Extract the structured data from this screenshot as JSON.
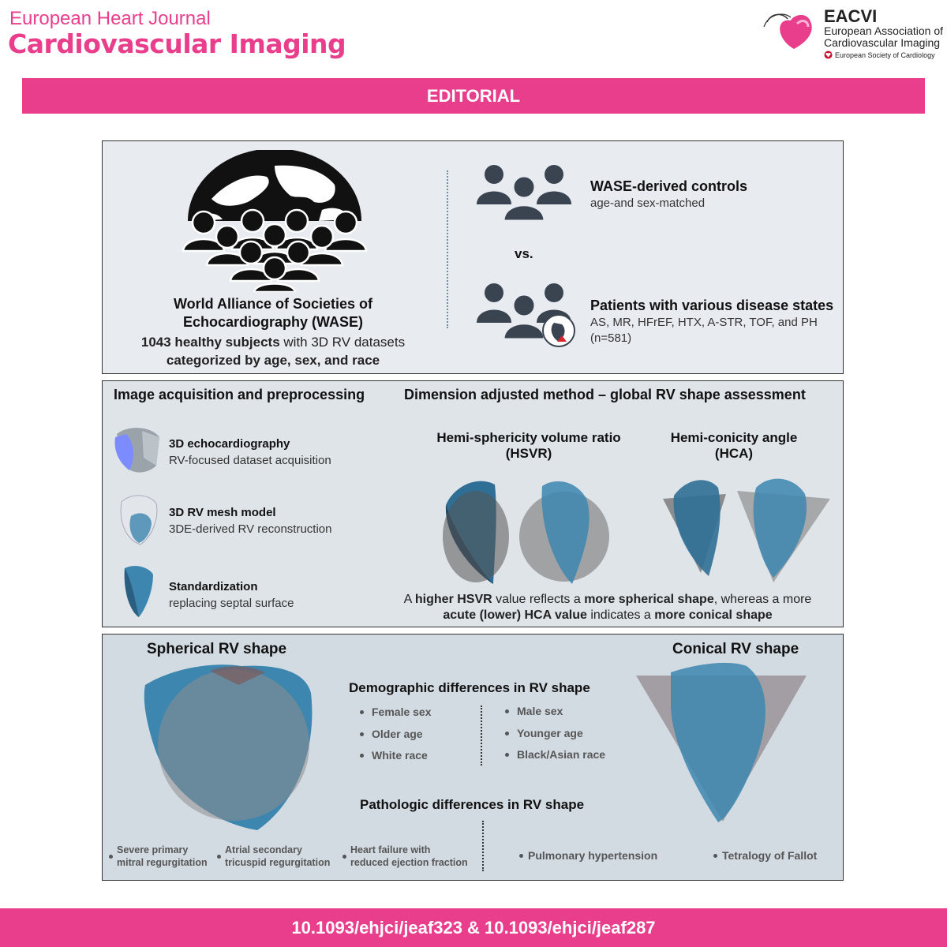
{
  "header": {
    "journal_line1": "European Heart Journal",
    "journal_line2": "Cardiovascular Imaging",
    "eacvi_title": "EACVI",
    "eacvi_sub1": "European Association of",
    "eacvi_sub2": "Cardiovascular Imaging",
    "esc_label": "European Society of Cardiology"
  },
  "banner": {
    "label": "EDITORIAL"
  },
  "panel1": {
    "wase_line1": "World Alliance of Societies of",
    "wase_line2": "Echocardiography (WASE)",
    "subjects_bold": "1043 healthy subjects",
    "subjects_rest": " with 3D RV datasets",
    "categorized": "categorized by age, sex, and race",
    "controls_title": "WASE-derived controls",
    "controls_sub": "age-and sex-matched",
    "vs": "vs.",
    "patients_title": "Patients with various disease states",
    "patients_sub1": "AS, MR, HFrEF, HTX, A-STR, TOF, and PH",
    "patients_sub2": "(n=581)"
  },
  "panel2": {
    "left_title": "Image acquisition and preprocessing",
    "right_title": "Dimension adjusted method – global RV shape assessment",
    "steps": [
      {
        "title": "3D echocardiography",
        "sub": "RV-focused dataset acquisition"
      },
      {
        "title": "3D RV mesh model",
        "sub": "3DE-derived RV reconstruction"
      },
      {
        "title": "Standardization",
        "sub": "replacing septal surface"
      }
    ],
    "hsvr_line1": "Hemi-sphericity volume ratio",
    "hsvr_line2": "(HSVR)",
    "hca_line1": "Hemi-conicity angle",
    "hca_line2": "(HCA)",
    "note_a": "A ",
    "note_b": "higher HSVR",
    "note_c": " value reflects a ",
    "note_d": "more spherical shape",
    "note_e": ", whereas a more",
    "note_f": "acute (lower) HCA value",
    "note_g": " indicates a ",
    "note_h": "more conical shape"
  },
  "panel3": {
    "spherical_title": "Spherical RV shape",
    "conical_title": "Conical RV shape",
    "demo_title": "Demographic differences in RV shape",
    "demo_left": [
      "Female sex",
      "Older age",
      "White race"
    ],
    "demo_right": [
      "Male sex",
      "Younger age",
      "Black/Asian race"
    ],
    "path_title": "Pathologic differences in RV shape",
    "path_left": [
      {
        "l1": "Severe primary",
        "l2": "mitral regurgitation"
      },
      {
        "l1": "Atrial secondary",
        "l2": "tricuspid regurgitation"
      },
      {
        "l1": "Heart failure with",
        "l2": "reduced ejection fraction"
      }
    ],
    "path_right": [
      "Pulmonary hypertension",
      "Tetralogy of Fallot"
    ]
  },
  "footer": {
    "doi": "10.1093/ehjci/jeaf323 & 10.1093/ehjci/jeaf287"
  },
  "colors": {
    "accent": "#e83e8c",
    "rv_blue": "#3d86b0",
    "person": "#3a4450"
  }
}
